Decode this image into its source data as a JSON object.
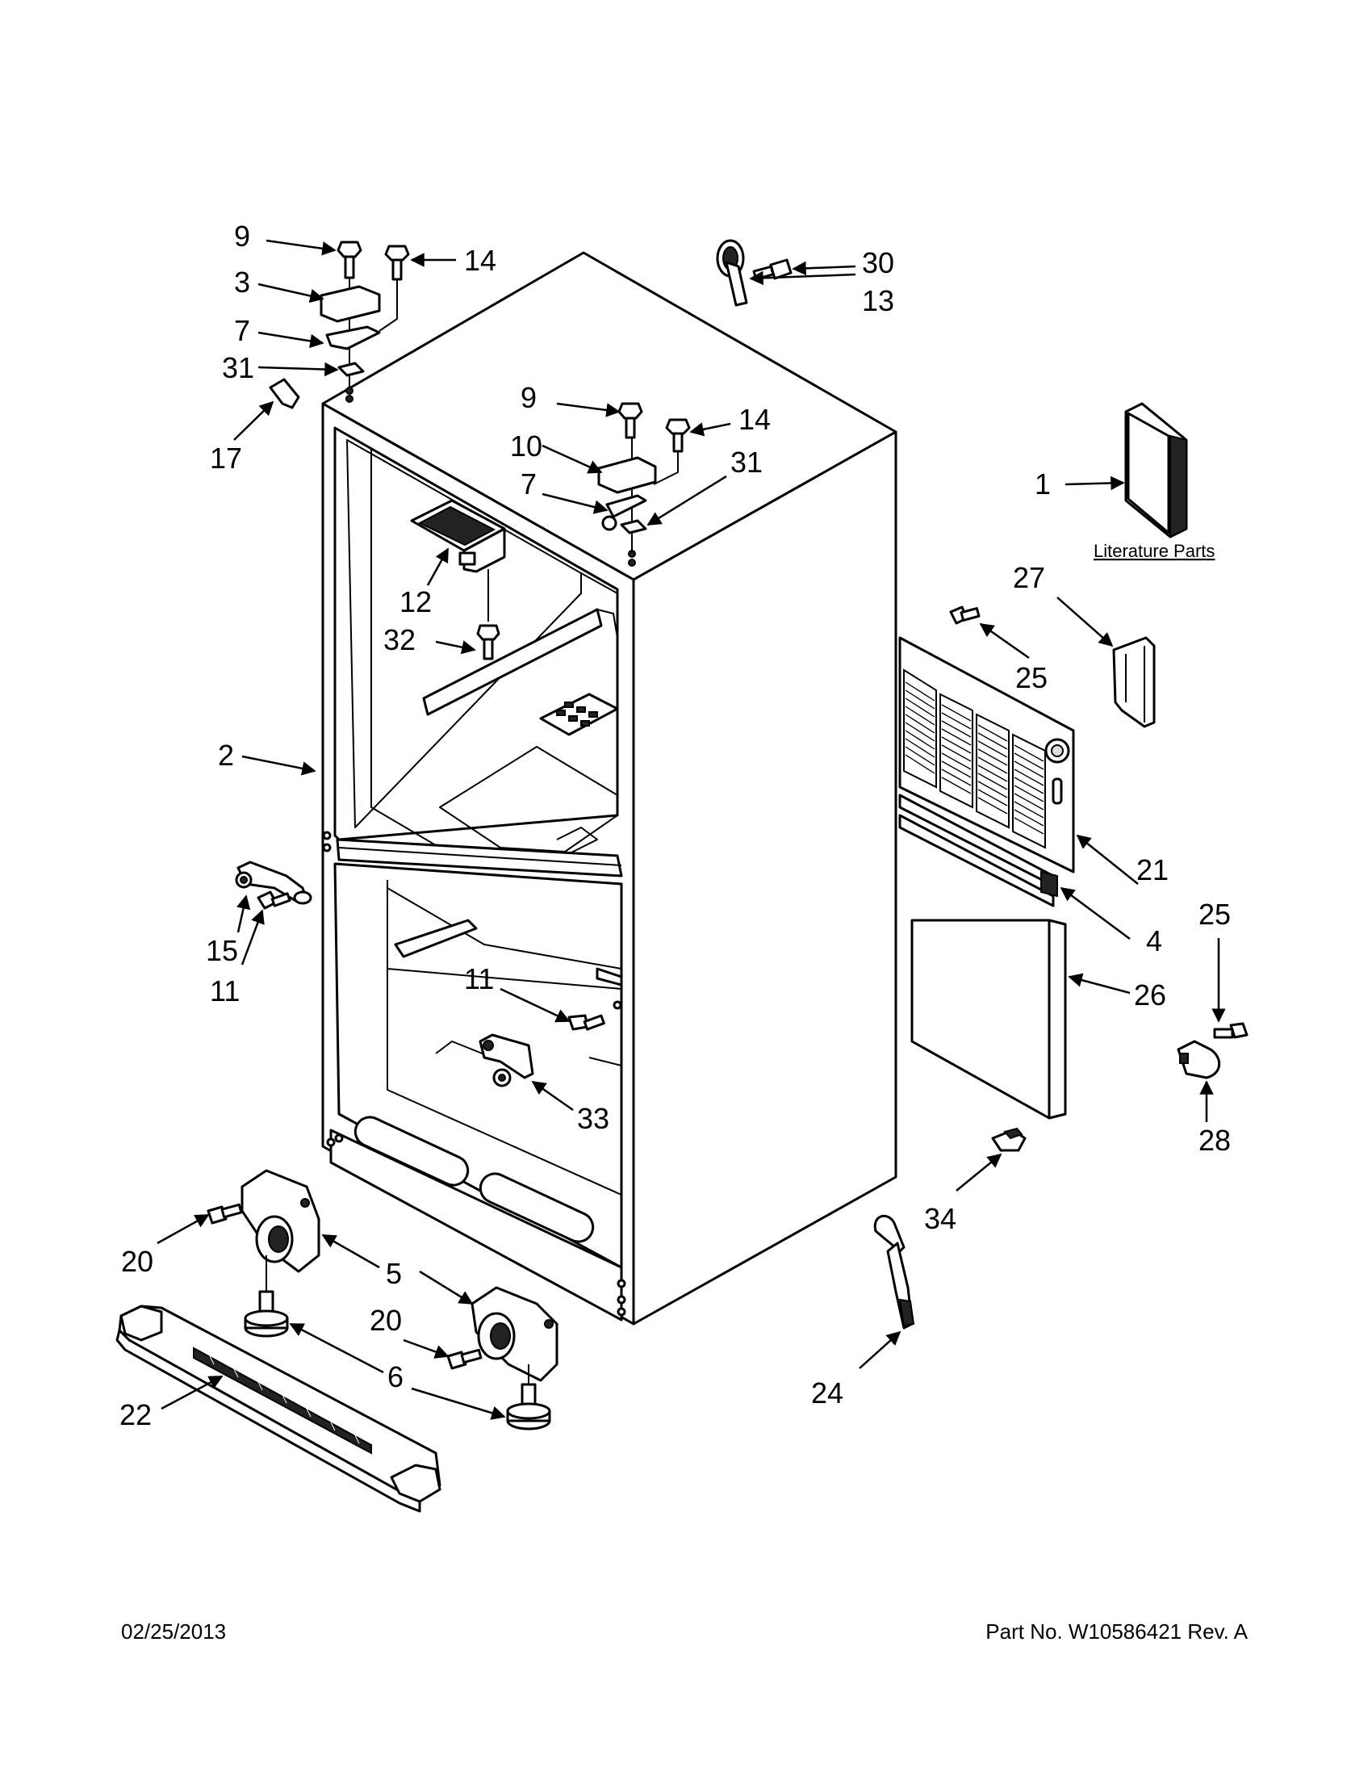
{
  "callouts": {
    "c1": "1",
    "c2": "2",
    "c3": "3",
    "c4": "4",
    "c5": "5",
    "c6a": "6",
    "c7a": "7",
    "c7b": "7",
    "c9a": "9",
    "c9b": "9",
    "c10": "10",
    "c11a": "11",
    "c11b": "11",
    "c12": "12",
    "c13": "13",
    "c14a": "14",
    "c14b": "14",
    "c15": "15",
    "c17": "17",
    "c20a": "20",
    "c20b": "20",
    "c21": "21",
    "c22": "22",
    "c24": "24",
    "c25a": "25",
    "c25b": "25",
    "c26": "26",
    "c27": "27",
    "c28": "28",
    "c30": "30",
    "c31a": "31",
    "c31b": "31",
    "c32": "32",
    "c33": "33",
    "c34": "34"
  },
  "literature_label": "Literature Parts",
  "footer": {
    "date": "02/25/2013",
    "part_number": "Part No.  W10586421  Rev.  A"
  },
  "icons": [
    "cabinet",
    "hinge",
    "screw",
    "roller",
    "leveling-leg",
    "grille",
    "access-panel",
    "literature-book",
    "wrench",
    "drain-hose"
  ]
}
